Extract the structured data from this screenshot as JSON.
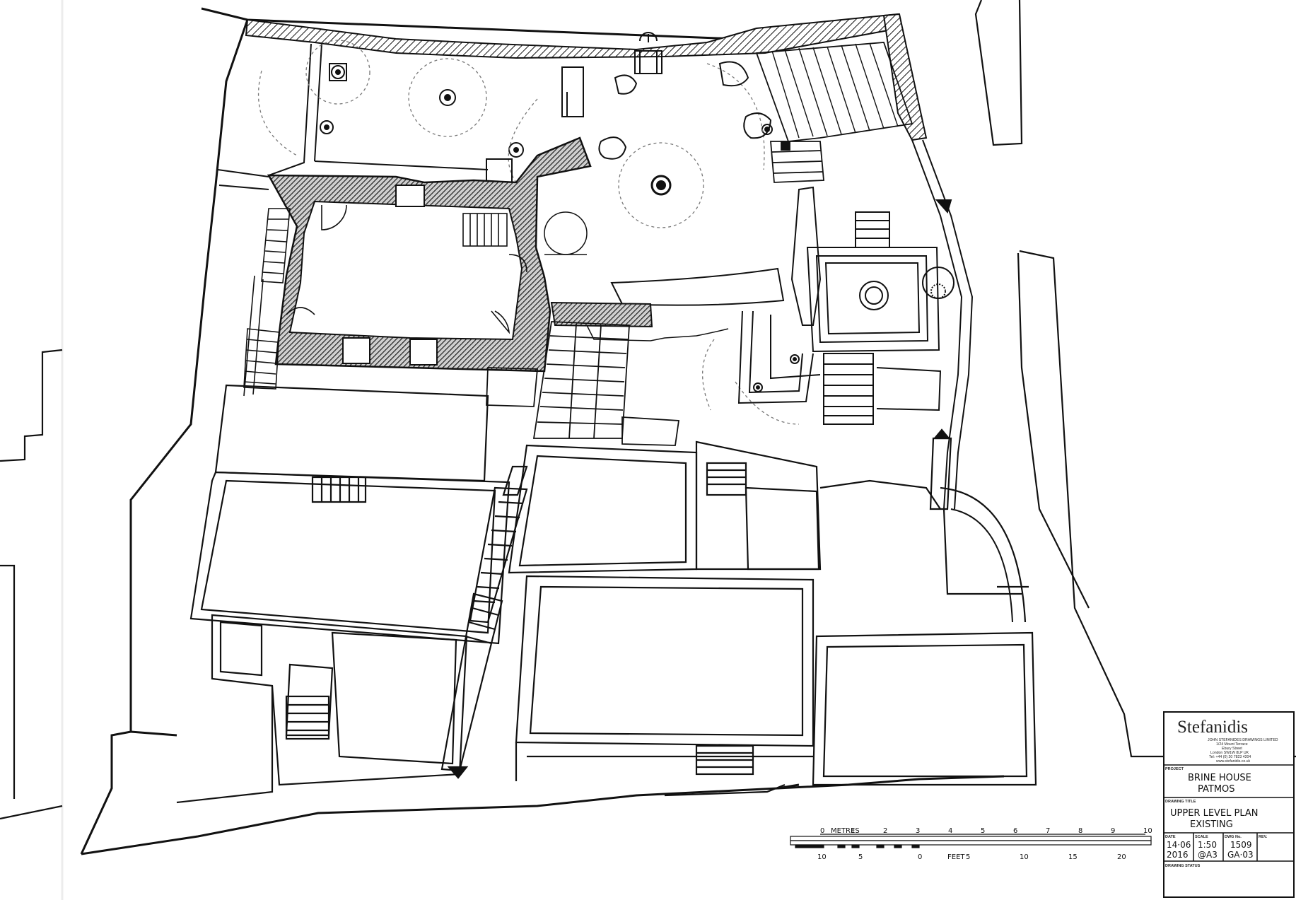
{
  "title_block": {
    "firm": "Stefanidis",
    "firm_lines": [
      "JOHN STEFANIDES DRAWINGS LIMITED",
      "1/24 Mount Terrace",
      "Ebury Street",
      "London SW1W 8LP UK",
      "Tel: +44 (0) 20 7823 4204",
      "www.stefanidis.co.uk"
    ],
    "project_label": "PROJECT",
    "project": [
      "BRINE HOUSE",
      "PATMOS"
    ],
    "drawing_title_label": "DRAWING TITLE",
    "drawing_title": [
      "UPPER LEVEL PLAN",
      "EXISTING"
    ],
    "date_label": "DATE",
    "date": [
      "14·06",
      "2016"
    ],
    "scale_label": "SCALE",
    "scale": [
      "1:50",
      "@A3"
    ],
    "dwg_no_label": "DWG No.",
    "dwg_no": [
      "1509",
      "GA·03"
    ],
    "rev_label": "REV.",
    "status_label": "DRAWING STATUS"
  },
  "scale_bar": {
    "metres_label": "METRES",
    "metres_ticks": [
      "0",
      "1",
      "2",
      "3",
      "4",
      "5",
      "6",
      "7",
      "8",
      "9",
      "10"
    ],
    "feet_label": "FEET",
    "feet_ticks": [
      "10",
      "5",
      "0",
      "5",
      "10",
      "15",
      "20"
    ]
  }
}
